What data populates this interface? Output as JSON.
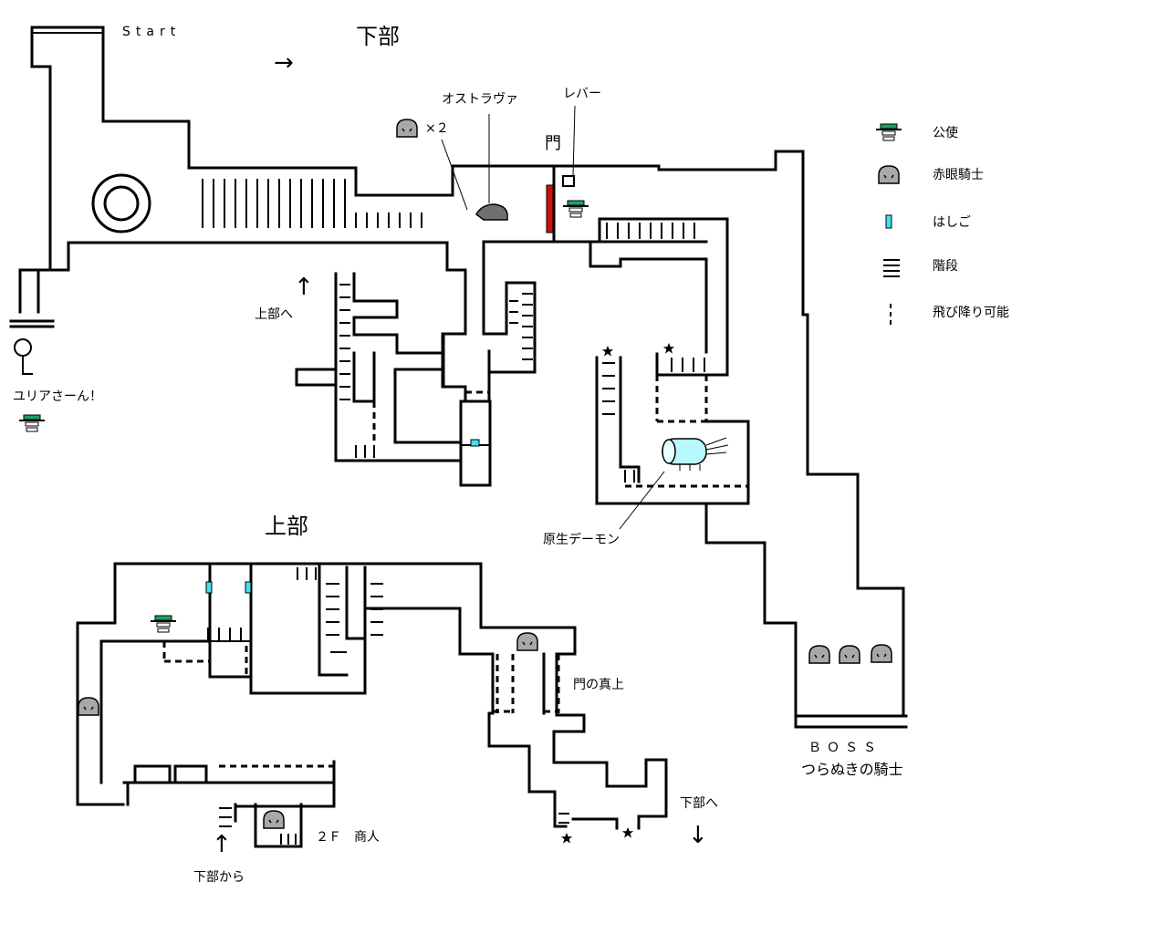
{
  "title_lower": "下部",
  "title_upper": "上部",
  "start_label": "Start",
  "lower": {
    "arrow_right": "→",
    "arrow_up": "↑",
    "to_upper": "上部へ",
    "yuria": "ユリアさーん！",
    "ostrava": "オストラヴァ",
    "red_eye_count": "×２",
    "lever": "レバー",
    "gate": "門",
    "primeval_demon": "原生デーモン",
    "boss_label": "ＢＯＳＳ",
    "boss_name": "つらぬきの騎士"
  },
  "upper": {
    "above_gate": "門の真上",
    "to_lower": "下部へ",
    "arrow_down": "↓",
    "from_lower": "下部から",
    "arrow_up": "↑",
    "merchant": "２Ｆ　商人"
  },
  "legend": [
    {
      "icon": "envoy-icon",
      "label": "公使"
    },
    {
      "icon": "red-eye-knight-icon",
      "label": "赤眼騎士"
    },
    {
      "icon": "ladder-icon",
      "label": "はしご"
    },
    {
      "icon": "stairs-icon",
      "label": "階段"
    },
    {
      "icon": "drop-down-icon",
      "label": "飛び降り可能"
    }
  ],
  "colors": {
    "envoy_green": "#20a060",
    "knight_grey": "#a8a8a8",
    "ladder_cyan": "#40e0f0",
    "gate_red": "#cc1010",
    "demon_cyan": "#b8f8ff"
  }
}
